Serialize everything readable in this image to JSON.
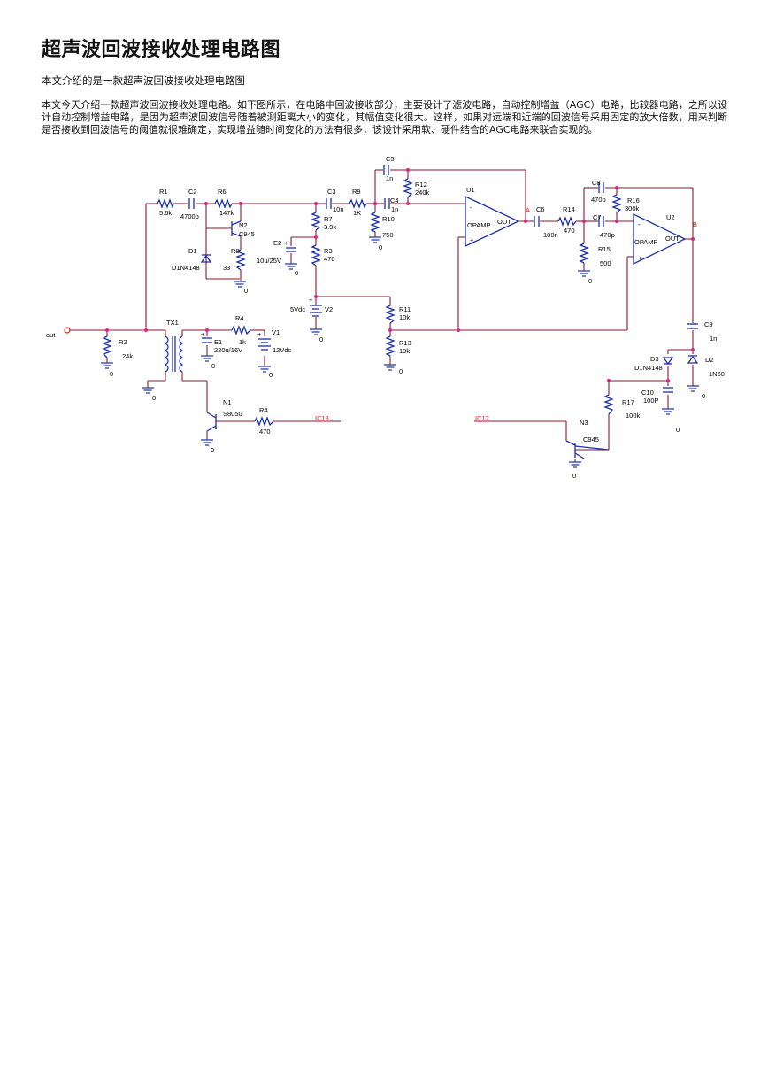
{
  "article": {
    "title": "超声波回波接收处理电路图",
    "subtitle": "本文介绍的是一款超声波回波接收处理电路图",
    "paragraph": "本文今天介绍一款超声波回波接收处理电路。如下图所示，在电路中回波接收部分，主要设计了滤波电路，自动控制增益（AGC）电路，比较器电路，之所以设计自动控制增益电路，是因为超声波回波信号随着被测距离大小的变化，其幅值变化很大。这样，如果对远端和近端的回波信号采用固定的放大倍数，用来判断是否接收到回波信号的阈值就很难确定，实现增益随时间变化的方法有很多，该设计采用软、硬件结合的AGC电路来联合实现的。"
  },
  "schematic": {
    "colors": {
      "wire": "#8b1a2e",
      "component": "#1a2fa8",
      "junction": "#e0208c",
      "label_red": "#e02020"
    },
    "labels": {
      "out": "out",
      "R1": "R1",
      "R1_val": "5.6k",
      "C2": "C2",
      "C2_val": "4700p",
      "R6": "R6",
      "R6_val": "147k",
      "N2": "N2",
      "N2_val": "C945",
      "D1": "D1",
      "D1_val": "D1N4148",
      "R8": "R8",
      "R8_val": "33",
      "C3": "C3",
      "C3_val": "10n",
      "R9": "R9",
      "R9_val": "1K",
      "C5": "C5",
      "C5_val": "1n",
      "R12": "R12",
      "R12_val": "240k",
      "C4": "C4",
      "C4_val": "1n",
      "R10": "R10",
      "R10_val": "750",
      "R7": "R7",
      "R7_val": "3.9k",
      "E2": "E2",
      "E2_val": "10u/25V",
      "R3": "R3",
      "R3_val": "470",
      "U1": "U1",
      "U1_opamp": "OPAMP",
      "U1_out": "OUT",
      "A": "A",
      "C6": "C6",
      "C6_val": "100n",
      "R14": "R14",
      "R14_val": "470",
      "C8": "C8",
      "C8_val": "470p",
      "R16": "R16",
      "R16_val": "300k",
      "C7": "C7",
      "C7_val": "470p",
      "R15": "R15",
      "R15_val": "500",
      "U2": "U2",
      "U2_opamp": "OPAMP",
      "U2_out": "OUT",
      "B": "B",
      "V2_val": "5Vdc",
      "V2": "V2",
      "R11": "R11",
      "R11_val": "10k",
      "R13": "R13",
      "R13_val": "10k",
      "R2": "R2",
      "R2_val": "24k",
      "TX1": "TX1",
      "R4a": "R4",
      "R4a_val": "1k",
      "E1": "E1",
      "E1_val": "220u/16V",
      "V1": "V1",
      "V1_val": "12Vdc",
      "C9": "C9",
      "C9_val": "1n",
      "D3": "D3",
      "D3_val": "D1N4148",
      "D2": "D2",
      "D2_val": "1N60",
      "C10": "C10",
      "C10_val": "100P",
      "R17": "R17",
      "R17_val": "100k",
      "N1": "N1",
      "N1_val": "S8050",
      "R4b": "R4",
      "R4b_val": "470",
      "IC13": "IC13",
      "IC12": "IC12",
      "N3": "N3",
      "N3_val": "C945",
      "gnd": "0"
    }
  }
}
